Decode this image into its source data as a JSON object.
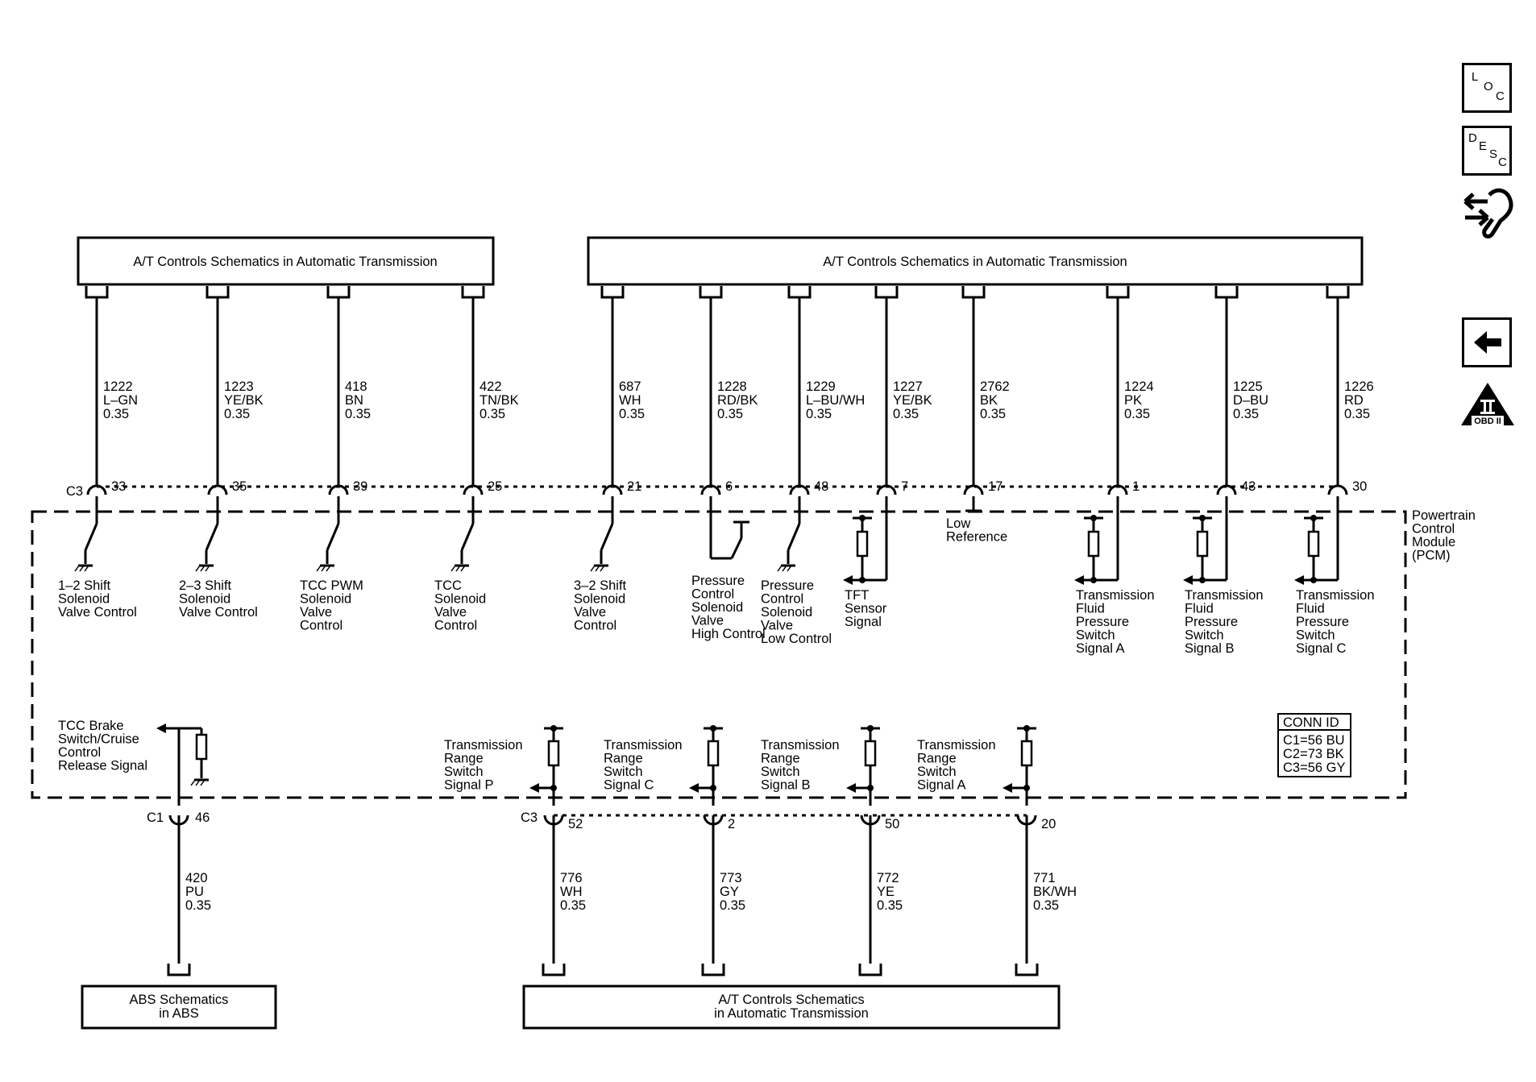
{
  "boxes": {
    "top_left": "A/T Controls Schematics in Automatic Transmission",
    "top_right": "A/T Controls Schematics in Automatic Transmission",
    "bottom_left": [
      "ABS Schematics",
      "in ABS"
    ],
    "bottom_right": [
      "A/T Controls Schematics",
      "in Automatic Transmission"
    ]
  },
  "module": {
    "label": [
      "Powertrain",
      "Control",
      "Module",
      "(PCM)"
    ]
  },
  "connectors": {
    "top": "C3",
    "c1": "C1",
    "c3_bottom": "C3"
  },
  "top_wires": [
    {
      "circuit": "1222",
      "color": "L–GN",
      "gauge": "0.35",
      "pin": "33",
      "type": "switch",
      "desc": [
        "1–2 Shift",
        "Solenoid",
        "Valve Control"
      ]
    },
    {
      "circuit": "1223",
      "color": "YE/BK",
      "gauge": "0.35",
      "pin": "35",
      "type": "switch",
      "desc": [
        "2–3 Shift",
        "Solenoid",
        "Valve Control"
      ]
    },
    {
      "circuit": "418",
      "color": "BN",
      "gauge": "0.35",
      "pin": "39",
      "type": "switch",
      "desc": [
        "TCC PWM",
        "Solenoid",
        "Valve",
        "Control"
      ]
    },
    {
      "circuit": "422",
      "color": "TN/BK",
      "gauge": "0.35",
      "pin": "25",
      "type": "switch",
      "desc": [
        "TCC",
        "Solenoid",
        "Valve",
        "Control"
      ]
    },
    {
      "circuit": "687",
      "color": "WH",
      "gauge": "0.35",
      "pin": "21",
      "type": "switch",
      "desc": [
        "3–2 Shift",
        "Solenoid",
        "Valve",
        "Control"
      ]
    },
    {
      "circuit": "1228",
      "color": "RD/BK",
      "gauge": "0.35",
      "pin": "6",
      "type": "high",
      "desc": [
        "Pressure",
        "Control",
        "Solenoid",
        "Valve",
        "High Control"
      ]
    },
    {
      "circuit": "1229",
      "color": "L–BU/WH",
      "gauge": "0.35",
      "pin": "48",
      "type": "switch",
      "desc": [
        "Pressure",
        "Control",
        "Solenoid",
        "Valve",
        "Low Control"
      ]
    },
    {
      "circuit": "1227",
      "color": "YE/BK",
      "gauge": "0.35",
      "pin": "7",
      "type": "sensor",
      "desc": [
        "TFT",
        "Sensor",
        "Signal"
      ]
    },
    {
      "circuit": "2762",
      "color": "BK",
      "gauge": "0.35",
      "pin": "17",
      "type": "low",
      "desc": [
        "Low",
        "Reference"
      ]
    },
    {
      "circuit": "1224",
      "color": "PK",
      "gauge": "0.35",
      "pin": "1",
      "type": "sensor",
      "desc": [
        "Transmission",
        "Fluid",
        "Pressure",
        "Switch",
        "Signal A"
      ]
    },
    {
      "circuit": "1225",
      "color": "D–BU",
      "gauge": "0.35",
      "pin": "43",
      "type": "sensor",
      "desc": [
        "Transmission",
        "Fluid",
        "Pressure",
        "Switch",
        "Signal B"
      ]
    },
    {
      "circuit": "1226",
      "color": "RD",
      "gauge": "0.35",
      "pin": "30",
      "type": "sensor",
      "desc": [
        "Transmission",
        "Fluid",
        "Pressure",
        "Switch",
        "Signal C"
      ]
    }
  ],
  "tcc_brake": {
    "circuit": "420",
    "color": "PU",
    "gauge": "0.35",
    "pin": "46",
    "desc": [
      "TCC Brake",
      "Switch/Cruise",
      "Control",
      "Release Signal"
    ]
  },
  "bottom_wires": [
    {
      "circuit": "776",
      "color": "WH",
      "gauge": "0.35",
      "pin": "52",
      "desc": [
        "Transmission",
        "Range",
        "Switch",
        "Signal P"
      ]
    },
    {
      "circuit": "773",
      "color": "GY",
      "gauge": "0.35",
      "pin": "2",
      "desc": [
        "Transmission",
        "Range",
        "Switch",
        "Signal C"
      ]
    },
    {
      "circuit": "772",
      "color": "YE",
      "gauge": "0.35",
      "pin": "50",
      "desc": [
        "Transmission",
        "Range",
        "Switch",
        "Signal B"
      ]
    },
    {
      "circuit": "771",
      "color": "BK/WH",
      "gauge": "0.35",
      "pin": "20",
      "desc": [
        "Transmission",
        "Range",
        "Switch",
        "Signal A"
      ]
    }
  ],
  "conn_id": {
    "title": "CONN ID",
    "rows": [
      "C1=56 BU",
      "C2=73 BK",
      "C3=56 GY"
    ]
  },
  "side_icons": {
    "loc": [
      "L",
      "O",
      "C"
    ],
    "desc": [
      "D",
      "E",
      "S",
      "C"
    ],
    "obd": "OBD II"
  }
}
